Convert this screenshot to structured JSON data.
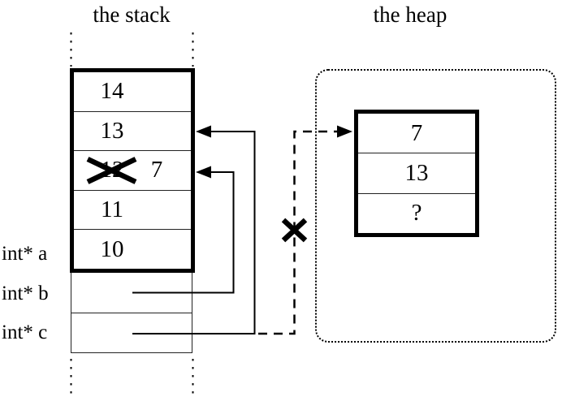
{
  "titles": {
    "stack": "the stack",
    "heap": "the heap"
  },
  "stack": {
    "frame_cells": [
      {
        "value": "14"
      },
      {
        "value": "13"
      },
      {
        "value": "12",
        "crossed_out": true,
        "overwritten_with": "7"
      },
      {
        "value": "11"
      },
      {
        "value": "10"
      }
    ],
    "variable_labels": [
      {
        "name": "int* a"
      },
      {
        "name": "int* b"
      },
      {
        "name": "int* c"
      }
    ]
  },
  "heap": {
    "block_cells": [
      {
        "value": "7"
      },
      {
        "value": "13"
      },
      {
        "value": "?"
      }
    ]
  },
  "pointers": {
    "b_points_to": "stack cell 12 (overwritten with 7)",
    "c_points_to": "stack cell 13",
    "dangling_dashed_points_to": "heap block (crossed out)"
  },
  "colors": {
    "ink": "#000000",
    "paper": "#ffffff"
  }
}
